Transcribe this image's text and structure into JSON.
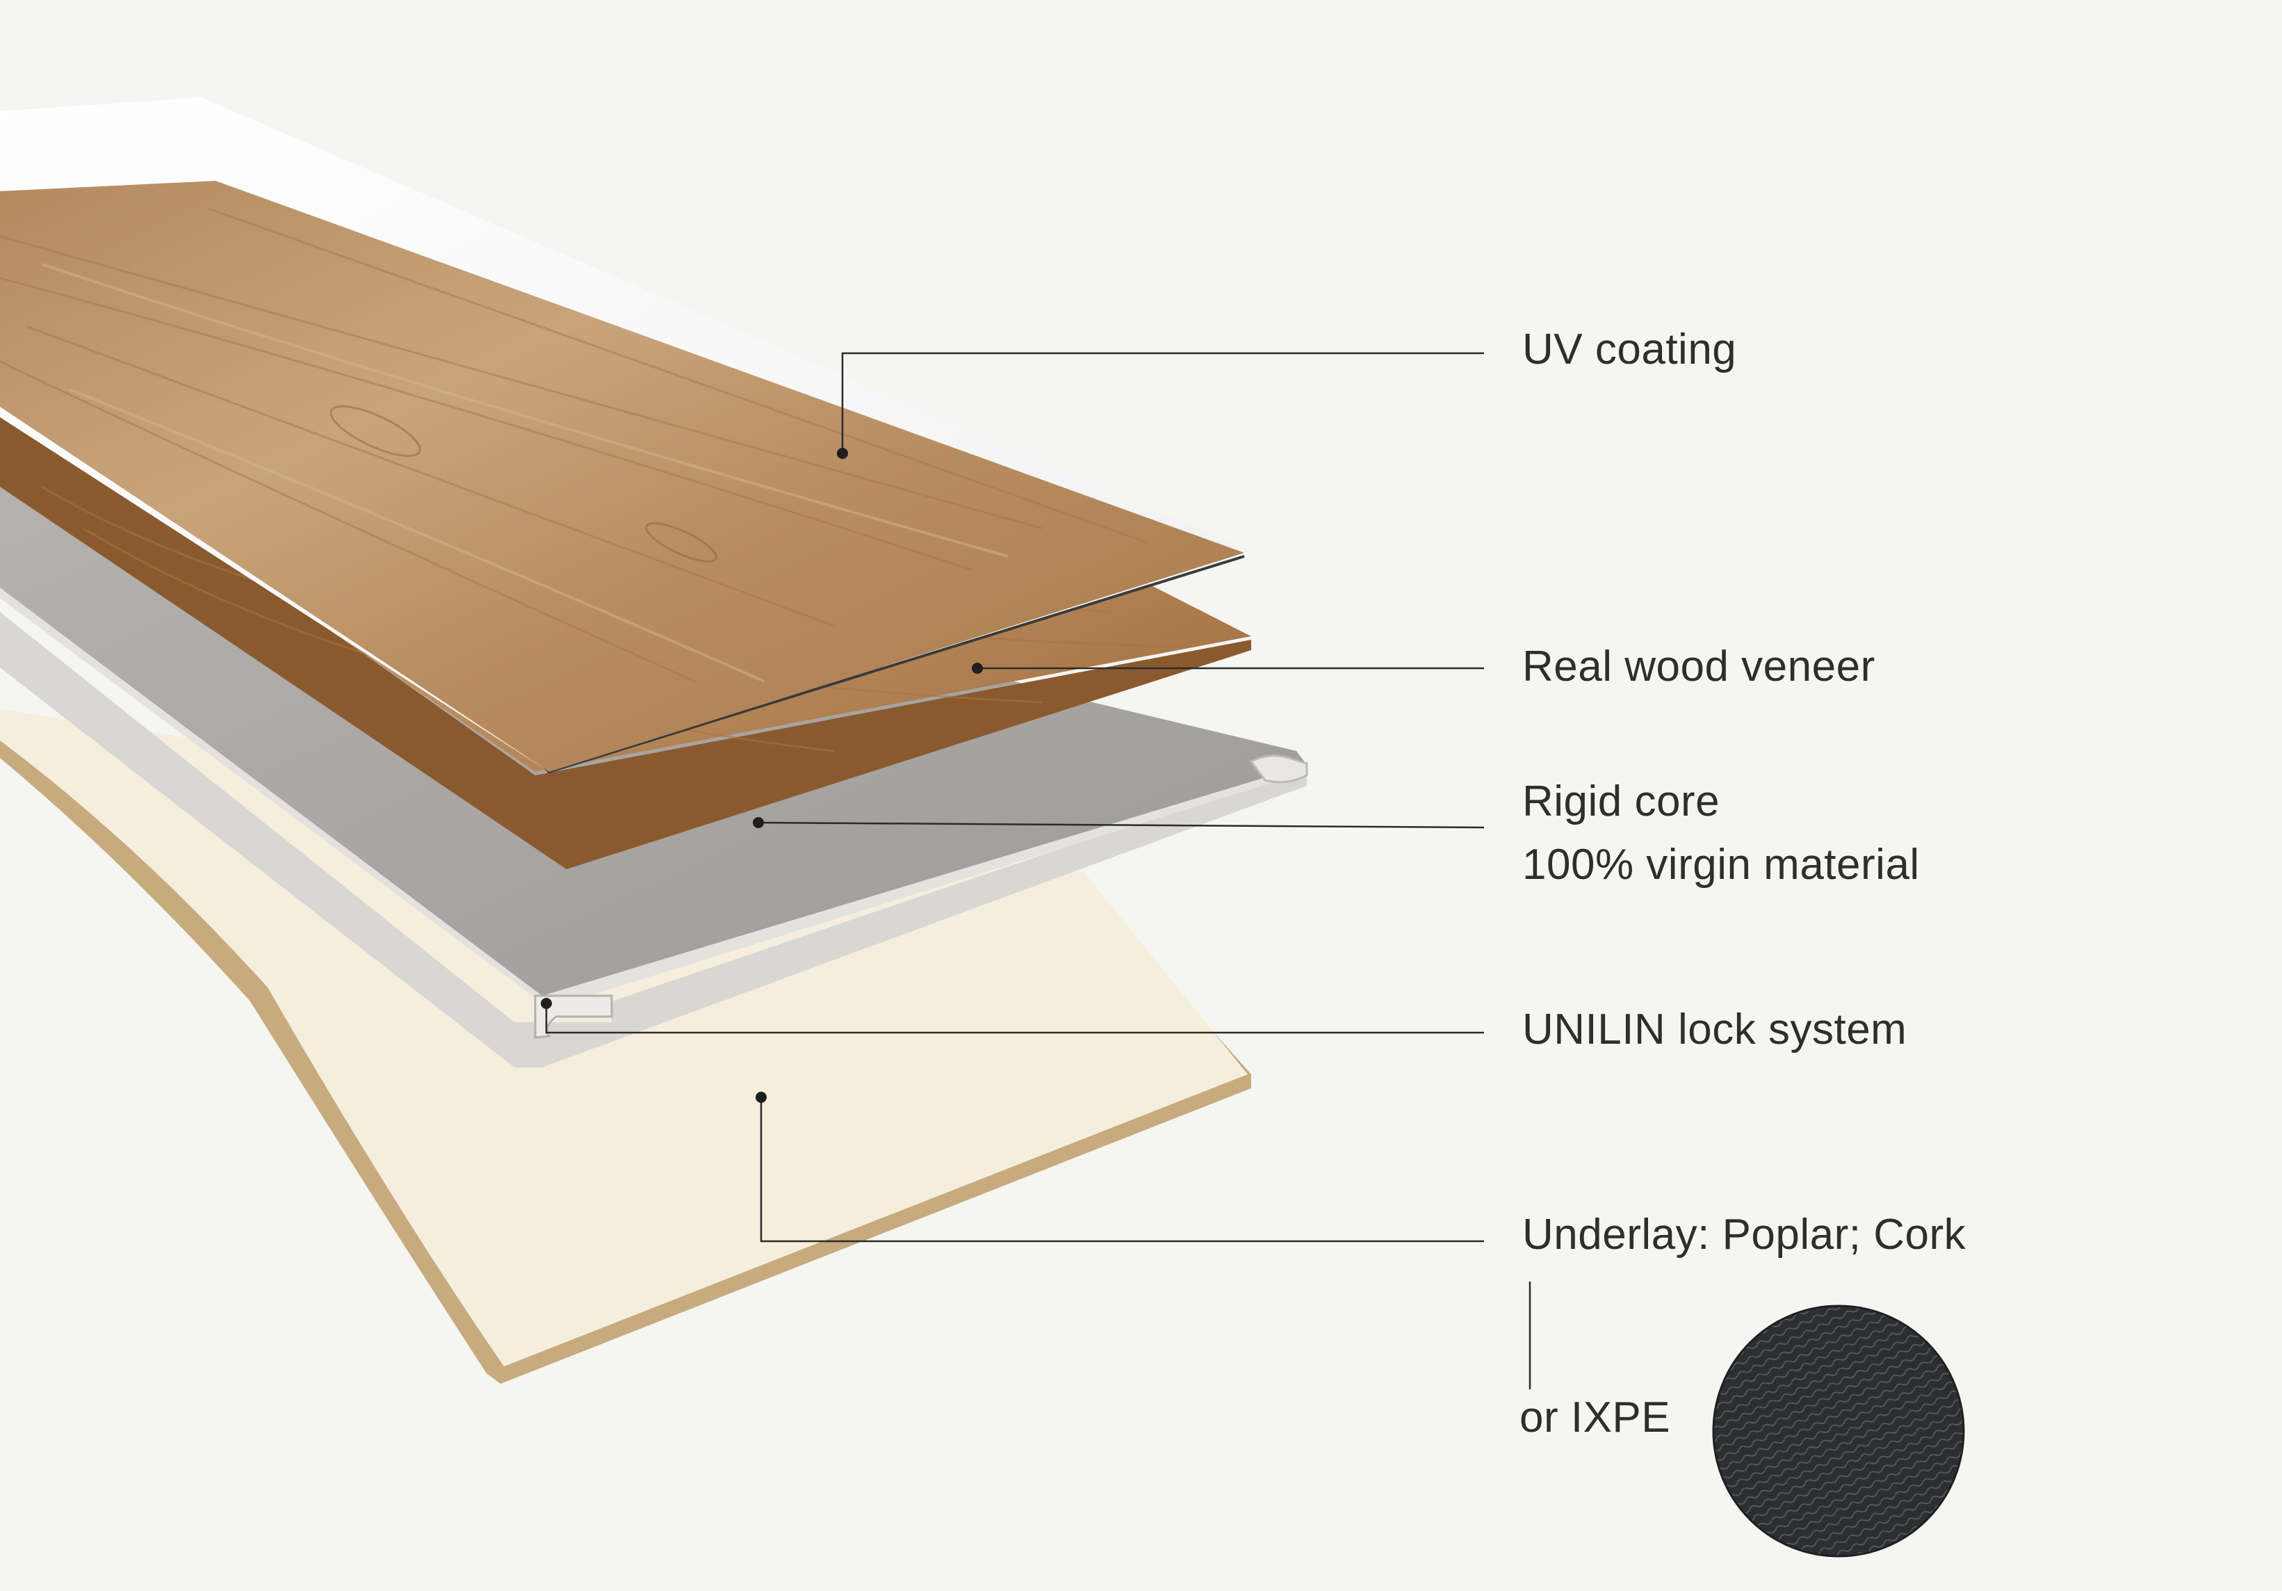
{
  "layers": {
    "uv_coating": "UV coating",
    "veneer": "Real wood veneer",
    "core_line1": "Rigid core",
    "core_line2": "100% virgin material",
    "lock": "UNILIN lock system",
    "underlay": "Underlay: Poplar; Cork",
    "alt_underlay": "or IXPE"
  },
  "colors": {
    "background": "#f5f5f1",
    "uv_layer": "#ffffff",
    "wood_light": "#c8a27a",
    "wood_dark": "#9a6a3f",
    "core_top": "#a8a5a2",
    "core_side": "#d8d6d3",
    "underlay_face": "#f6eedd",
    "underlay_edge": "#c7aa7e",
    "ixpe_swatch": "#2f3032",
    "leader_line": "#2a2a2a"
  }
}
